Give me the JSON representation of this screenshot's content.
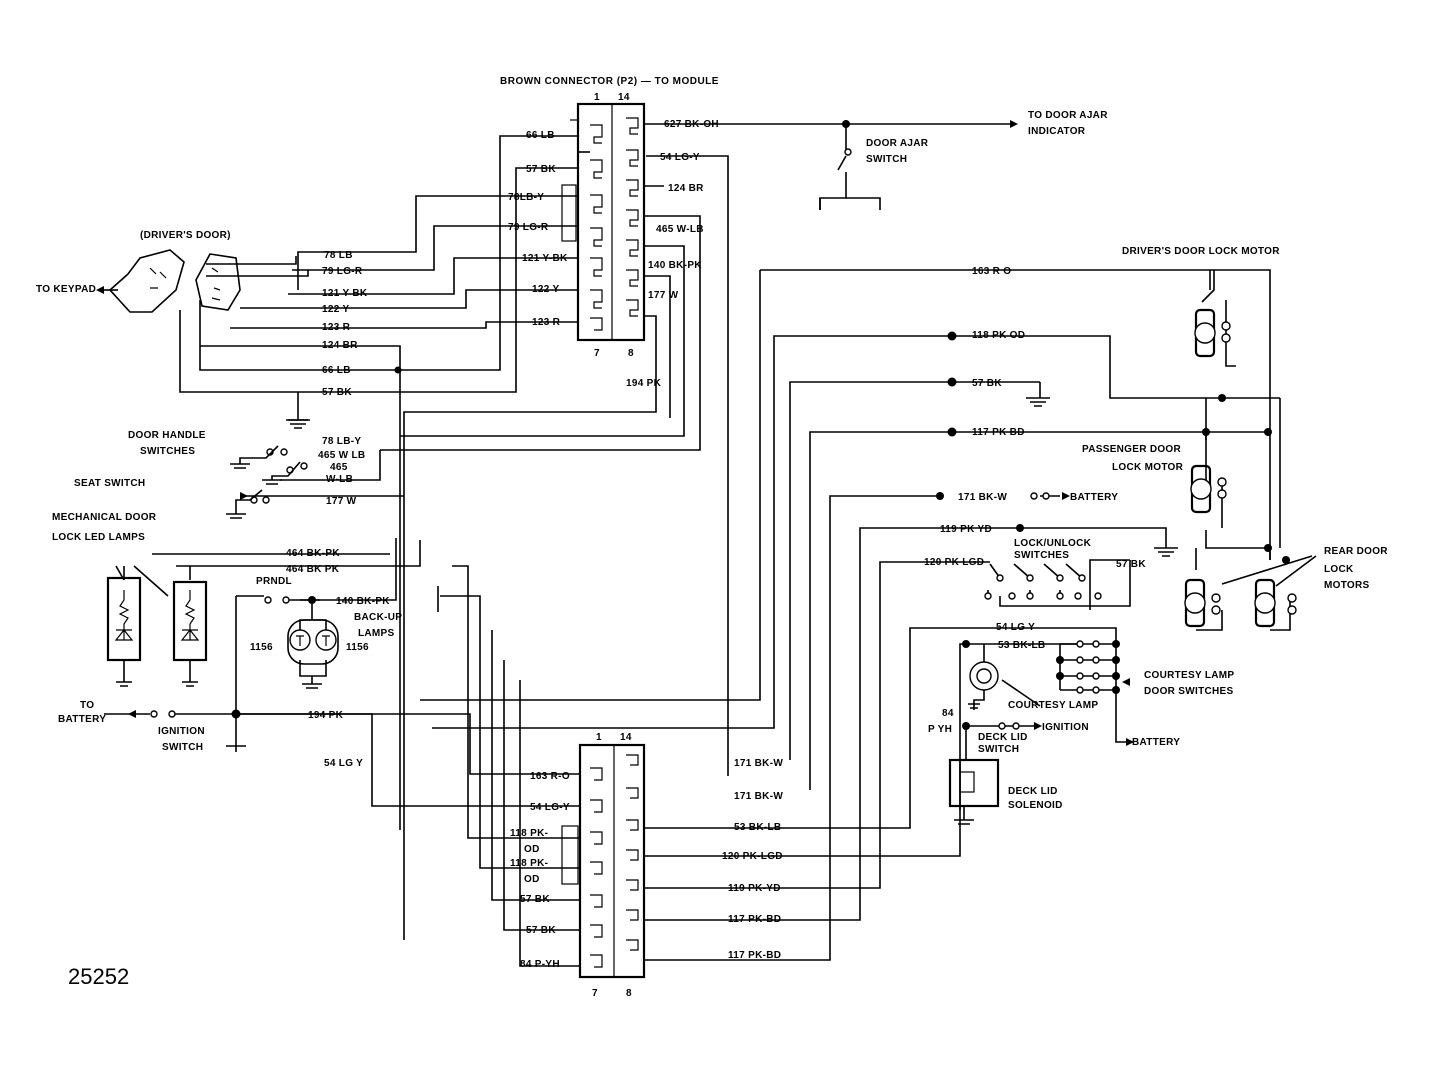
{
  "figure_number": "25252",
  "connector_top": {
    "title": "BROWN CONNECTOR (P2) — TO MODULE",
    "pin_top_left": "1",
    "pin_top_right": "14",
    "pin_bottom_left": "7",
    "pin_bottom_right": "8",
    "left_wires": [
      "66 LB",
      "57 BK",
      "78LB-Y",
      "79 LG-R",
      "121 Y-BK",
      "122 Y",
      "123 R"
    ],
    "right_wires": [
      "627 BK-OH",
      "54 LG-Y",
      "124 BR",
      "465 W-LB",
      "140 BK-PK",
      "177 W"
    ]
  },
  "connector_bottom": {
    "pin_top_left": "1",
    "pin_top_right": "14",
    "pin_bottom_left": "7",
    "pin_bottom_right": "8",
    "left_wires": [
      "163 R-O",
      "54 LG-Y",
      "118 PK-",
      "OD",
      "118 PK-",
      "OD",
      "57 BK",
      "57 BK",
      "84 P-YH"
    ],
    "right_wires": [
      "171 BK-W",
      "171 BK-W",
      "53 BK-LB",
      "120 PK-LGD",
      "119 PK-YD",
      "117 PK-BD",
      "117 PK-BD"
    ]
  },
  "drivers_door": {
    "title": "(DRIVER'S DOOR)",
    "keypad": "TO KEYPAD",
    "wires": [
      "78 LB",
      "79 LG-R",
      "121 Y BK",
      "122 Y",
      "123 R",
      "124 BR",
      "66 LB",
      "57 BK"
    ]
  },
  "labels": {
    "door_ajar_indicator": "TO DOOR AJAR",
    "door_ajar_indicator2": "INDICATOR",
    "door_ajar_switch": "DOOR AJAR",
    "door_ajar_switch2": "SWITCH",
    "drivers_motor": "DRIVER'S DOOR LOCK MOTOR",
    "passenger_motor": "PASSENGER DOOR",
    "passenger_motor2": "LOCK MOTOR",
    "rear_motor1": "REAR DOOR",
    "rear_motor2": "LOCK",
    "rear_motor3": "MOTORS",
    "door_handle": "DOOR HANDLE",
    "door_handle2": "SWITCHES",
    "seat_switch": "SEAT SWITCH",
    "mech_lock": "MECHANICAL DOOR",
    "mech_lock2": "LOCK LED LAMPS",
    "prndl": "PRNDL",
    "backup": "BACK-UP",
    "backup2": "LAMPS",
    "bulb_left": "1156",
    "bulb_right": "1156",
    "to_battery": "TO",
    "to_battery2": "BATTERY",
    "ignition_switch": "IGNITION",
    "ignition_switch2": "SWITCH",
    "lock_unlock": "LOCK/UNLOCK",
    "lock_unlock2": "SWITCHES",
    "courtesy_switches": "COURTESY LAMP",
    "courtesy_switches2": "DOOR SWITCHES",
    "courtesy_lamp": "COURTESY LAMP",
    "ignition": "IGNITION",
    "battery_1": "BATTERY",
    "battery_2": "BATTERY",
    "deck_switch": "DECK LID",
    "deck_switch2": "SWITCH",
    "deck_solenoid": "DECK LID",
    "deck_solenoid2": "SOLENOID",
    "wire_84": "84",
    "wire_pyh": "P YH"
  },
  "wire_labels": {
    "w163": "163 R O",
    "w118": "118 PK OD",
    "w57": "57 BK",
    "w117": "117 PK BD",
    "w171": "171 BK-W",
    "w119": "119 PK YD",
    "w120": "120 PK LGD",
    "w57b": "57 BK",
    "w54": "54 LG Y",
    "w53": "53 BK-LB",
    "w194": "194 PK",
    "w194b": "194 PK",
    "w78": "78 LB-Y",
    "w465a": "465 W LB",
    "w465b": "465",
    "w465c": "W-LB",
    "w177": "177 W",
    "w464a": "464 BK-PK",
    "w464b": "464 BK PK",
    "w140": "140 BK-PK",
    "w54b": "54 LG Y"
  }
}
